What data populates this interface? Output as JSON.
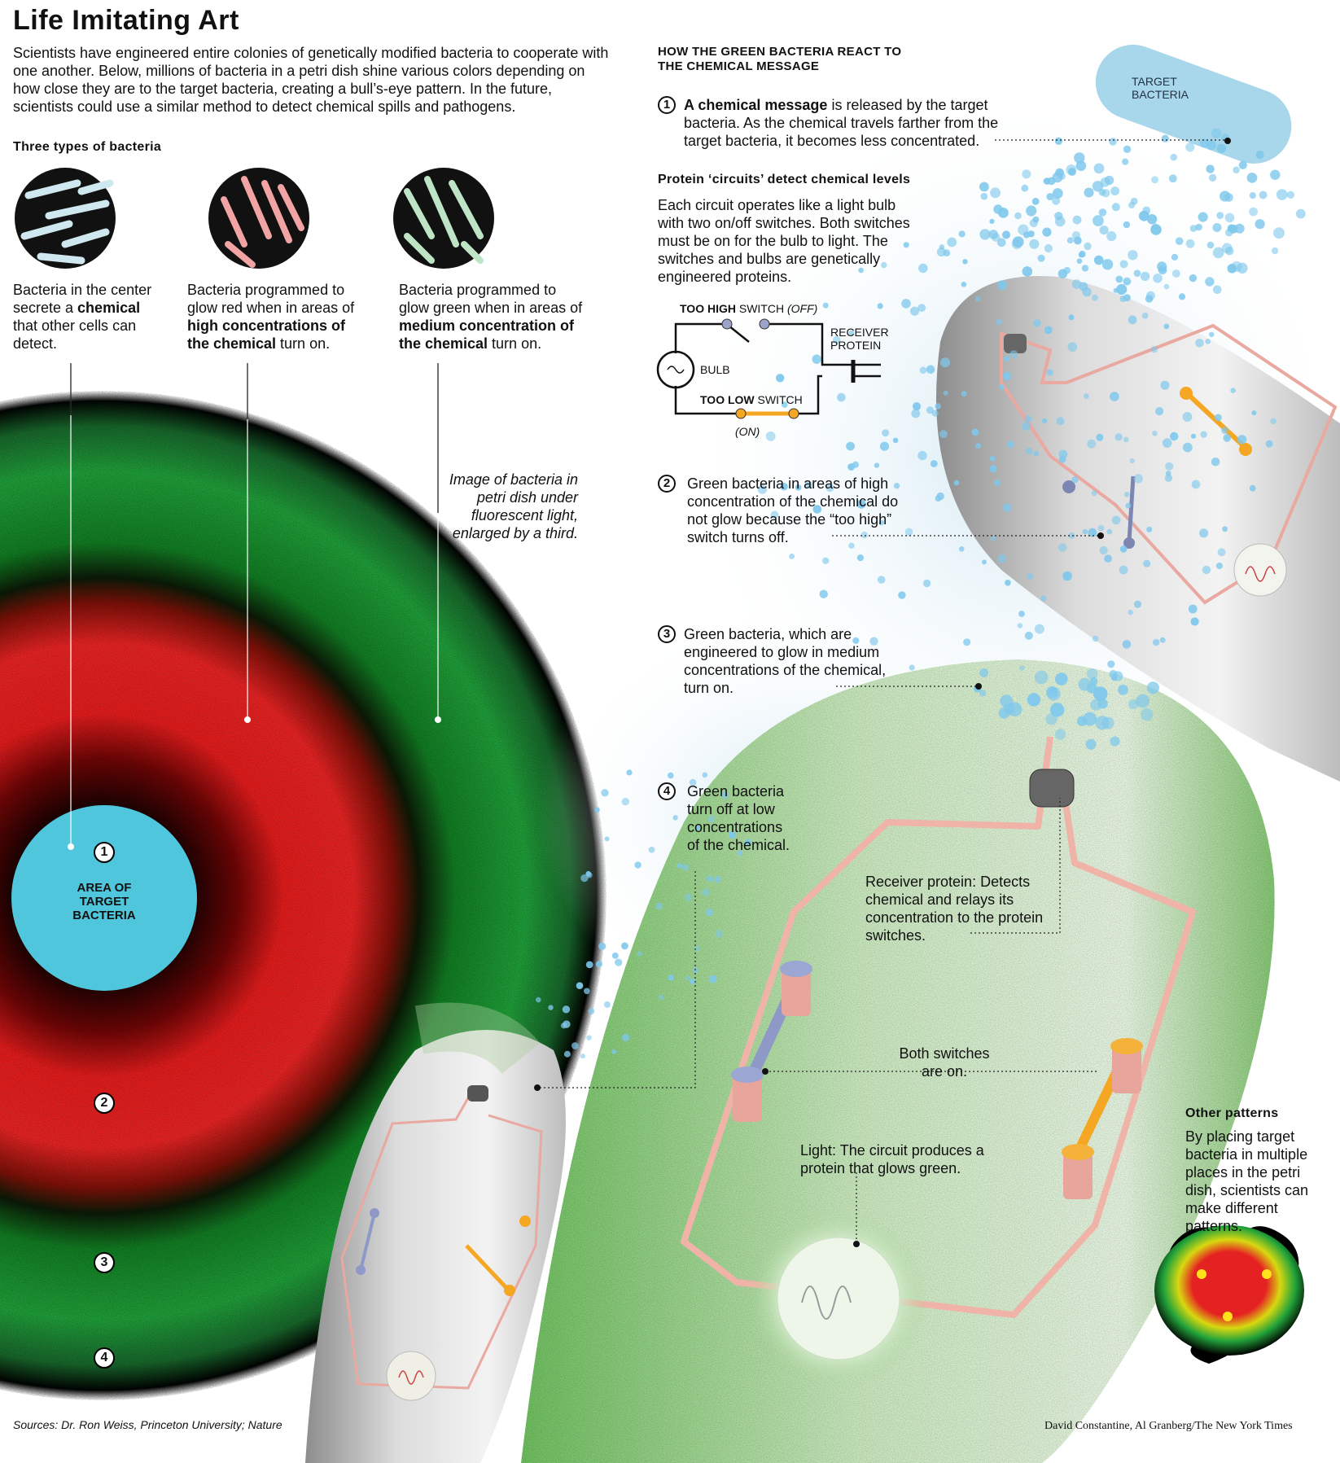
{
  "title": "Life Imitating Art",
  "intro": "Scientists have engineered entire colonies of genetically modified bacteria to cooperate with one another. Below, millions of bacteria in a petri dish shine various colors depending on how close they are to the target bacteria, creating a bull’s-eye pattern. In the future, scientists could use a similar method to detect chemical spills and pathogens.",
  "types": {
    "heading": "Three types of bacteria",
    "items": [
      {
        "pre": "Bacteria in the center secrete a ",
        "bold": "chemical",
        "post": " that other cells can detect."
      },
      {
        "pre": "Bacteria programmed to glow red when in areas of ",
        "bold": "high concentrations of the chemical",
        "post": " turn on."
      },
      {
        "pre": "Bacteria programmed to glow green when in areas of ",
        "bold": "medium concentration of the chemical",
        "post": " turn on."
      }
    ]
  },
  "dish": {
    "caption": "Image of bacteria in petri dish under fluorescent light, enlarged by a third.",
    "center_label": "AREA OF TARGET BACTERIA",
    "numbers": [
      "1",
      "2",
      "3",
      "4"
    ]
  },
  "react": {
    "heading": "HOW THE GREEN BACTERIA REACT TO THE CHEMICAL MESSAGE",
    "target_label": "TARGET BACTERIA",
    "step1": {
      "num": "1",
      "bold": "A chemical message",
      "text": " is released by the target bacteria. As the chemical travels farther from the target bacteria, it becomes less concentrated."
    },
    "circuits_heading": "Protein ‘circuits’ detect chemical levels",
    "circuits_text": "Each circuit operates like a light bulb with two on/off switches. Both switches must be on for the bulb to light. The switches and bulbs are genetically engineered proteins.",
    "step2": {
      "num": "2",
      "text": "Green bacteria in areas of high concentration of the chemical do not glow because the “too high” switch turns off."
    },
    "step3": {
      "num": "3",
      "text": "Green bacteria, which are engineered to glow in medium concentrations of the chemical, turn on."
    },
    "step4": {
      "num": "4",
      "text": "Green bacteria turn off at low concentrations of the chemical."
    }
  },
  "circuit_diagram": {
    "too_high_bold": "TOO HIGH",
    "too_high_rest": " SWITCH ",
    "too_high_state": "(OFF)",
    "receiver": "RECEIVER PROTEIN",
    "bulb": "BULB",
    "too_low_bold": "TOO LOW",
    "too_low_rest": " SWITCH",
    "too_low_state": "(ON)"
  },
  "big_cell": {
    "receiver": "Receiver protein: Detects chemical and relays its concentration to the protein switches.",
    "switches": "Both switches are on.",
    "light": "Light: The circuit produces a protein that glows green."
  },
  "other": {
    "heading": "Other patterns",
    "text": "By placing target bacteria in multiple places in the petri dish, scientists can make different patterns."
  },
  "sources": "Sources: Dr. Ron Weiss, Princeton University; Nature",
  "credit": "David Constantine, Al Granberg/The New York Times",
  "colors": {
    "target": "#4fc6dc",
    "red": "#e52222",
    "green": "#1f9a3a",
    "orange": "#f5a623",
    "chemical": "#7fc8ec"
  }
}
